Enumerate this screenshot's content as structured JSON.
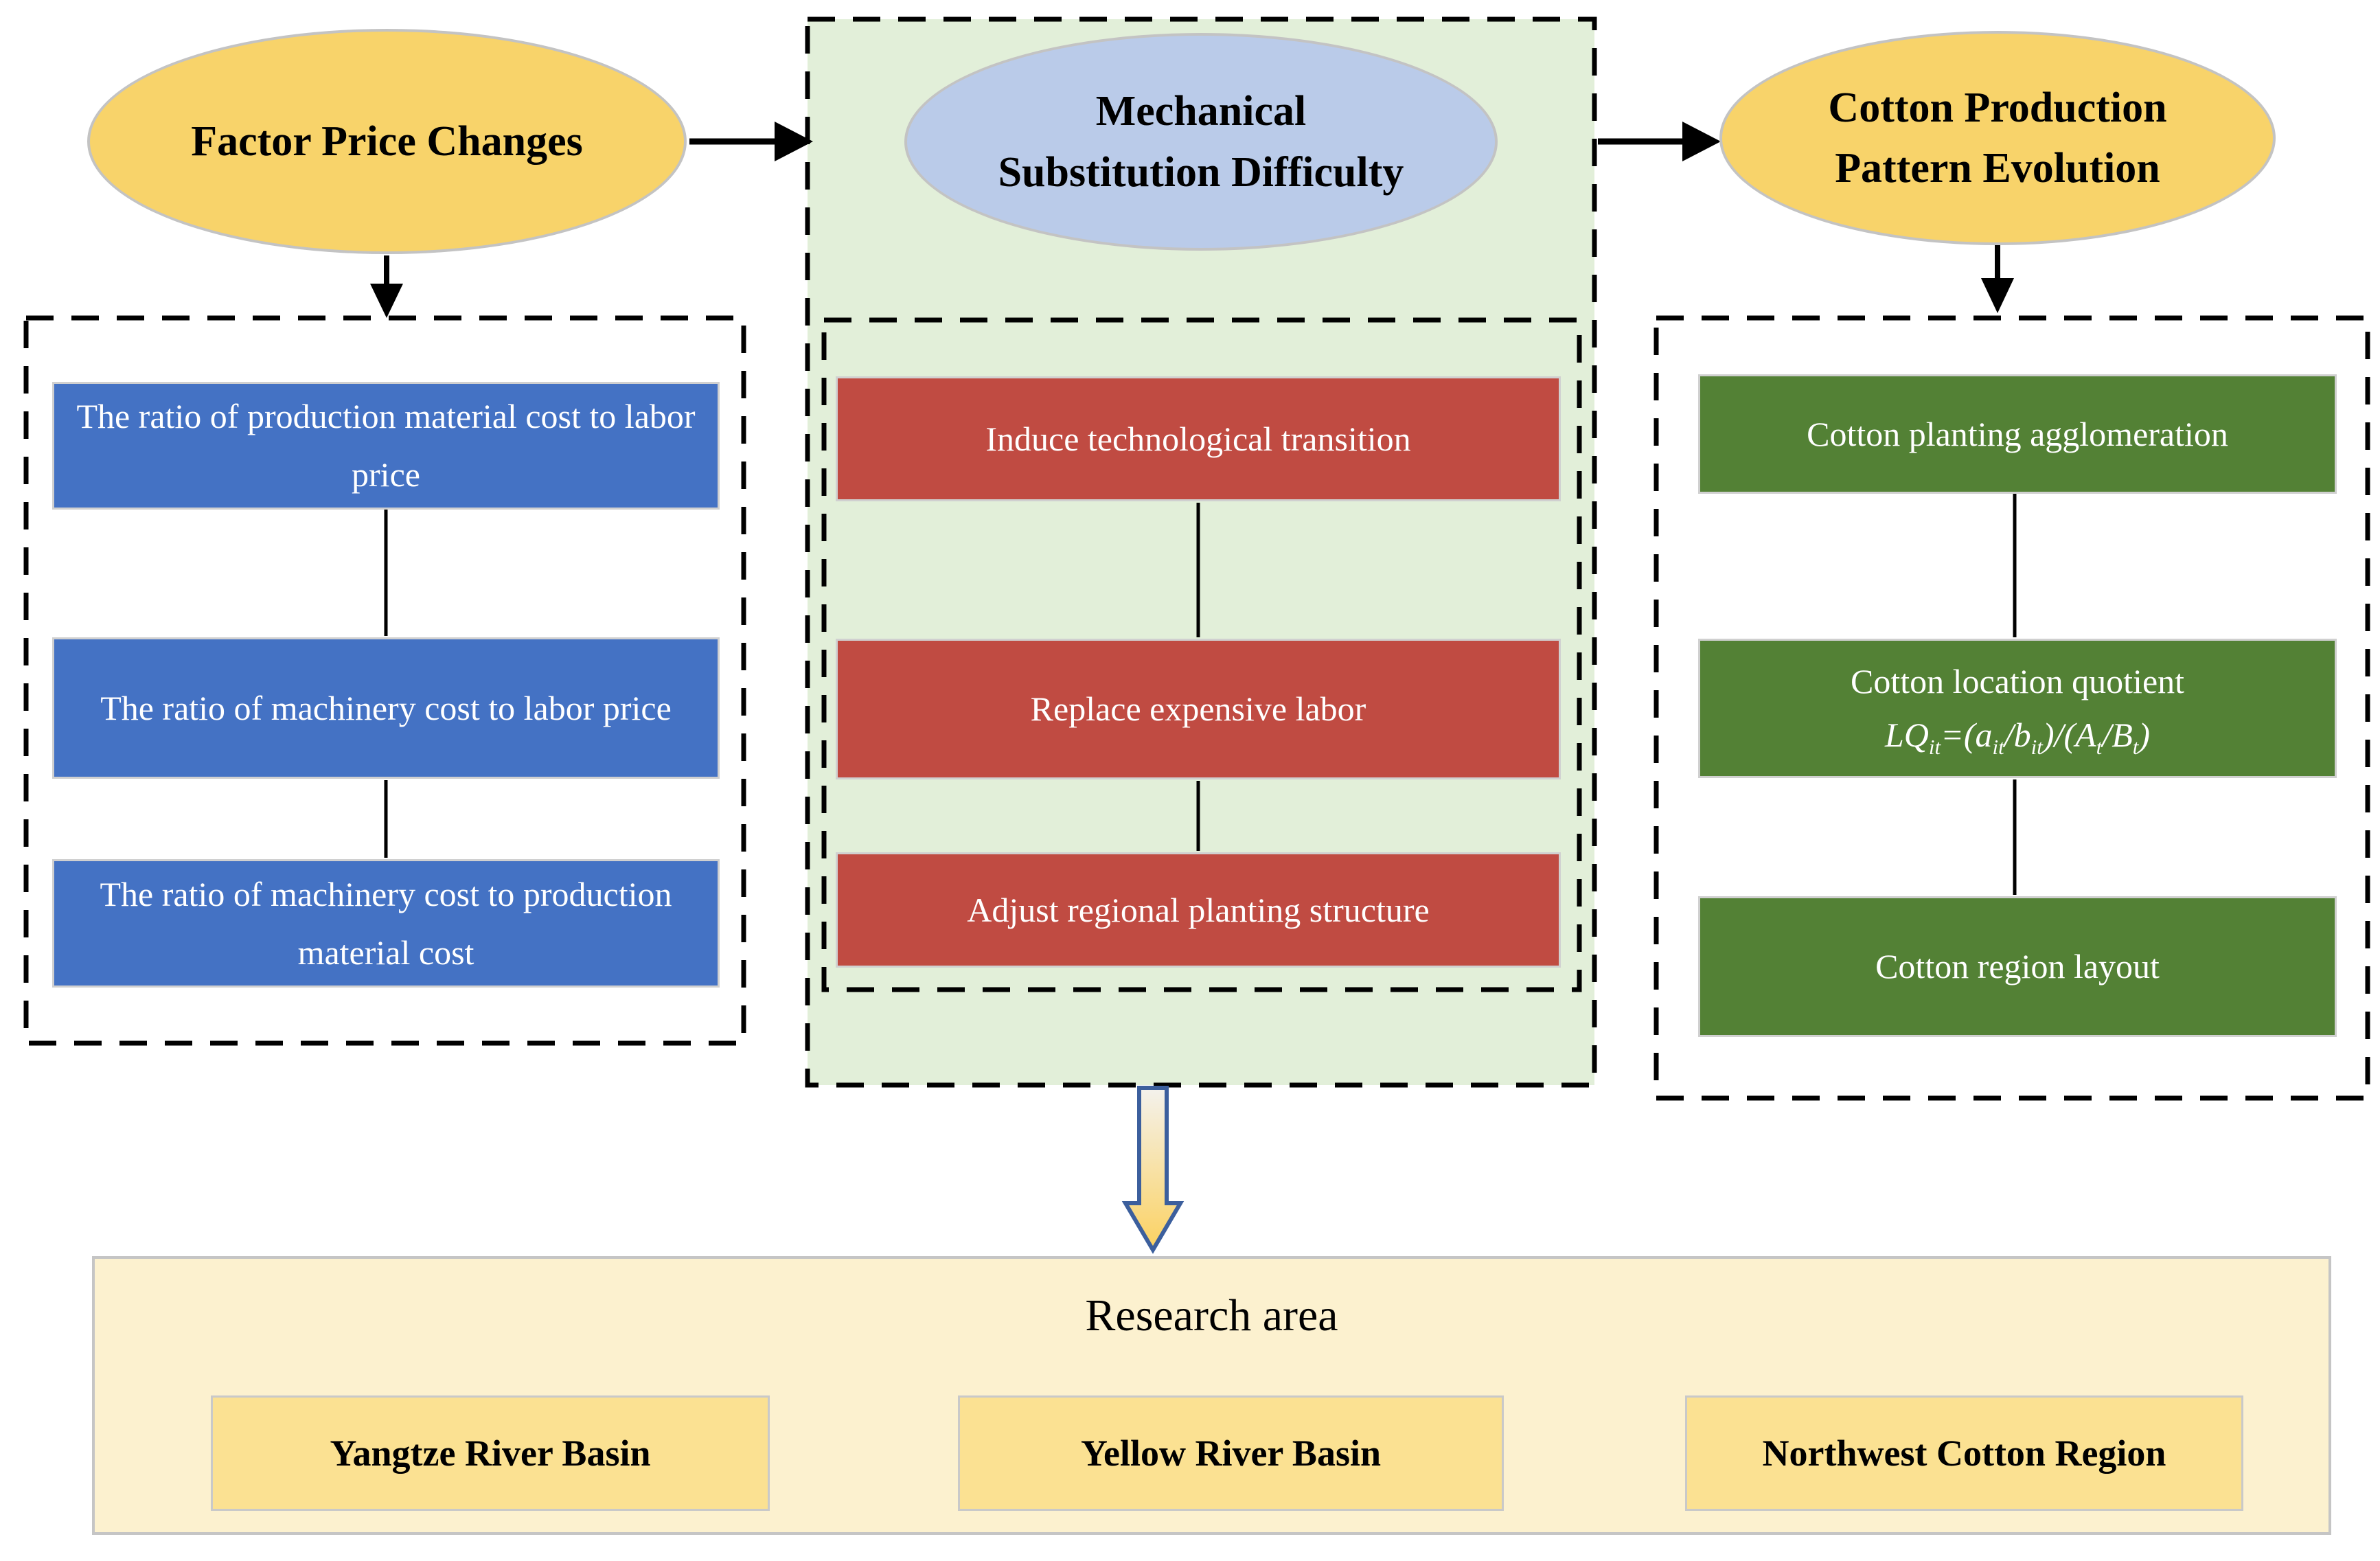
{
  "nodes": {
    "factor_price": {
      "label": "Factor Price Changes"
    },
    "mechanical": {
      "line1": "Mechanical",
      "line2": "Substitution Difficulty"
    },
    "cotton_pattern": {
      "line1": "Cotton Production",
      "line2": "Pattern Evolution"
    }
  },
  "factor_indicators": {
    "items": [
      "The ratio of production material cost to labor price",
      "The ratio of machinery cost to labor price",
      "The ratio of machinery cost to production material cost"
    ]
  },
  "mechanism_effects": {
    "items": [
      "Induce technological transition",
      "Replace expensive labor",
      "Adjust regional planting structure"
    ]
  },
  "pattern_indicators": {
    "item1": "Cotton planting agglomeration",
    "item2_title": "Cotton location quotient",
    "item2_formula": [
      {
        "t": "LQ"
      },
      {
        "t": "it",
        "sub": true
      },
      {
        "t": "=("
      },
      {
        "t": "a"
      },
      {
        "t": "it",
        "sub": true
      },
      {
        "t": "/"
      },
      {
        "t": "b"
      },
      {
        "t": "it",
        "sub": true
      },
      {
        "t": ")/("
      },
      {
        "t": "A"
      },
      {
        "t": "t",
        "sub": true
      },
      {
        "t": "/"
      },
      {
        "t": "B"
      },
      {
        "t": "t",
        "sub": true
      },
      {
        "t": ")"
      }
    ],
    "item3": "Cotton region layout"
  },
  "research_area": {
    "title": "Research area",
    "regions": [
      "Yangtze River Basin",
      "Yellow River Basin",
      "Northwest Cotton Region"
    ]
  },
  "colors": {
    "yellow_ellipse": "#F8D36A",
    "blue_ellipse": "#BACBE9",
    "green_panel": "#E2EFD9",
    "blue_box": "#4472C4",
    "red_box": "#C04B42",
    "green_box": "#538135",
    "cream_panel": "#FCF1CF",
    "gold_box": "#FBE192",
    "dashed_border": "#000000",
    "arrow_outline": "#3C5F9D",
    "arrow_gradient_top": "#F4F2EE",
    "arrow_gradient_bottom": "#FBD160"
  }
}
